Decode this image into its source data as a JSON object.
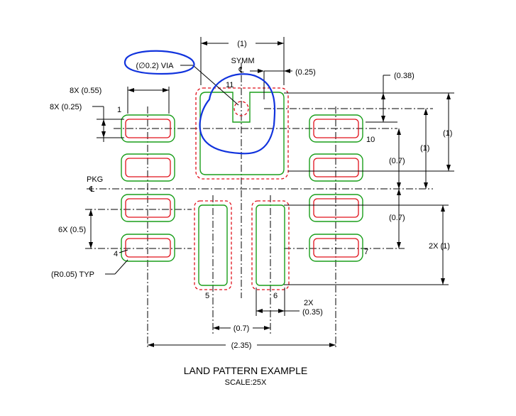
{
  "labels": {
    "title": "LAND PATTERN EXAMPLE",
    "scale": "SCALE:25X",
    "via": "(∅0.2) VIA",
    "symm": "SYMM",
    "cl": "℄",
    "pkg": "PKG",
    "pad1": "1",
    "pad4": "4",
    "pad5": "5",
    "pad6": "6",
    "pad7": "7",
    "pad10": "10",
    "pad11": "11",
    "dim_top_1": "(1)",
    "dim_025_top": "(0.25)",
    "dim_038": "(0.38)",
    "dim_8x055": "8X (0.55)",
    "dim_8x025": "8X (0.25)",
    "dim_right_1a": "(1)",
    "dim_right_1b": "(1)",
    "dim_07a": "(0.7)",
    "dim_07b": "(0.7)",
    "dim_2x1": "2X (1)",
    "dim_6x05": "6X (0.5)",
    "dim_r005": "(R0.05) TYP",
    "dim_2x": "2X",
    "dim_035": "(0.35)",
    "dim_07_bottom": "(0.7)",
    "dim_235": "(2.35)"
  },
  "colors": {
    "solder_mask": "#1a9e1a",
    "pad_metal": "#e0101a",
    "annotation": "#1133dd"
  }
}
